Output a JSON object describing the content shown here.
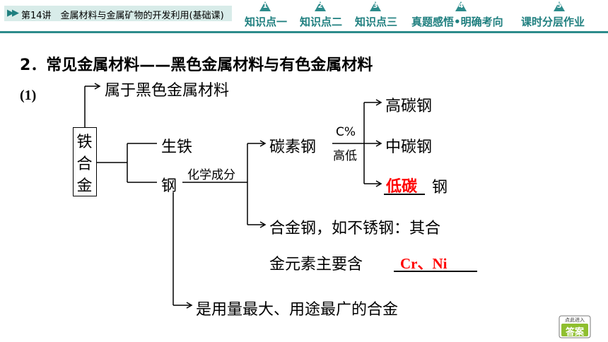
{
  "header": {
    "lecture": "第14讲　金属材料与金属矿物的开发利用(基础课)",
    "nav": [
      {
        "num": "1",
        "label": "知识点一"
      },
      {
        "num": "2",
        "label": "知识点二"
      },
      {
        "num": "3",
        "label": "知识点三"
      },
      {
        "num": "4",
        "label": "真题感悟•明确考向"
      },
      {
        "num": "5",
        "label": "课时分层作业"
      }
    ]
  },
  "content": {
    "heading": "2．常见金属材料——黑色金属材料与有色金属材料",
    "item_number": "(1)",
    "diagram": {
      "root": [
        "铁",
        "合",
        "金"
      ],
      "ferrous": "属于黑色金属材料",
      "pig_iron": "生铁",
      "steel": "钢",
      "composition": "化学成分",
      "carbon_steel": "碳素钢",
      "ratio_top": "C%",
      "ratio_bottom": "高低",
      "high_carbon": "高碳钢",
      "mid_carbon": "中碳钢",
      "low_carbon_answer": "低碳",
      "low_carbon_suffix": "钢",
      "alloy_steel_line1": "合金钢，如不锈钢：其合",
      "alloy_steel_line2": "金元素主要含",
      "alloy_answer": "Cr、Ni",
      "usage": "是用量最大、用途最广的合金"
    },
    "answer_button": {
      "top": "点此进入",
      "label": "答案"
    }
  },
  "colors": {
    "teal": "#1f7f7f",
    "answer_red": "#ff0000"
  }
}
